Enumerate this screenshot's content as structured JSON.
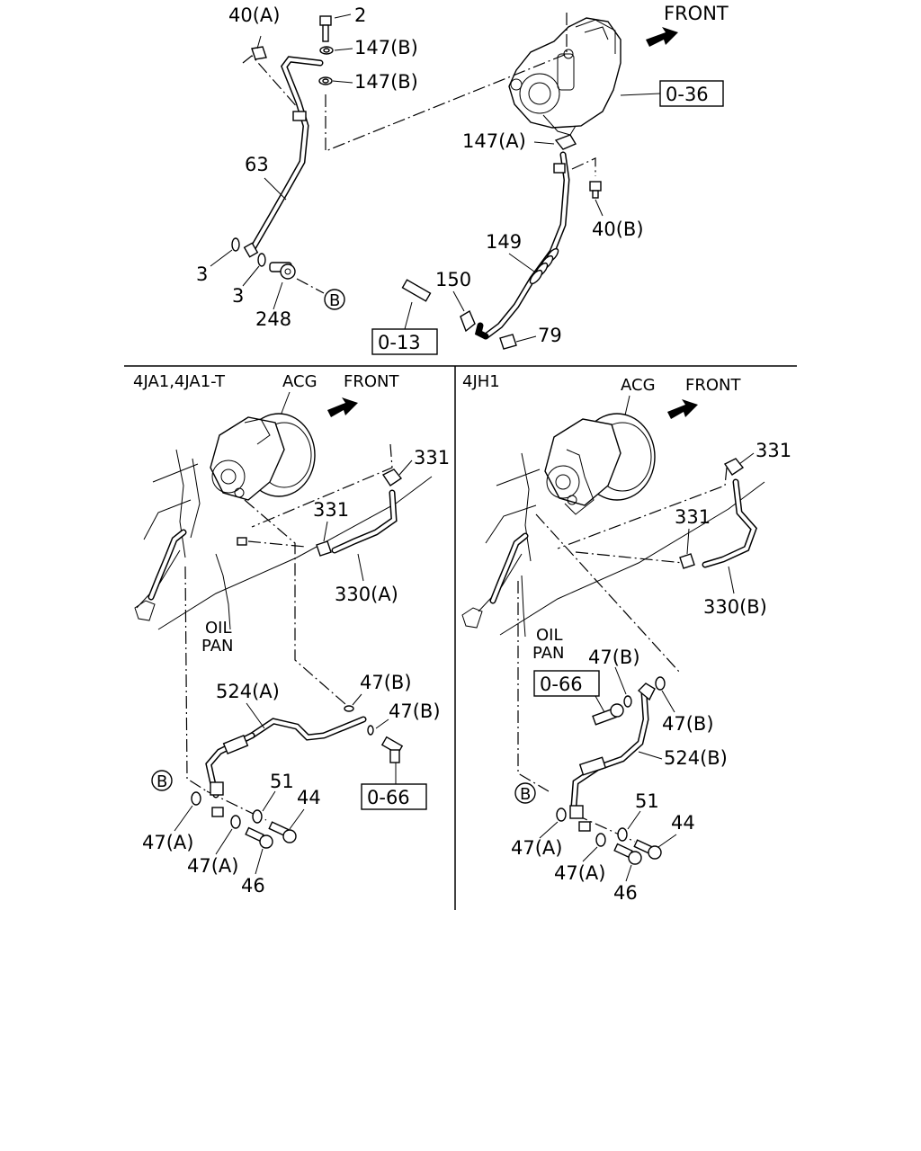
{
  "top": {
    "front": "FRONT",
    "labels": {
      "p40a": "40(A)",
      "p2": "2",
      "p147b_1": "147(B)",
      "p147b_2": "147(B)",
      "p147a": "147(A)",
      "p63": "63",
      "p3_1": "3",
      "p3_2": "3",
      "p248": "248",
      "p40b": "40(B)",
      "p149": "149",
      "p150": "150",
      "p79": "79",
      "circle_b": "B"
    },
    "refs": {
      "r036": "0-36",
      "r013": "0-13"
    }
  },
  "left": {
    "section": "4JA1,4JA1-T",
    "acg": "ACG",
    "front": "FRONT",
    "oil": "OIL",
    "pan": "PAN",
    "labels": {
      "p331_1": "331",
      "p331_2": "331",
      "p330a": "330(A)",
      "p47b_1": "47(B)",
      "p47b_2": "47(B)",
      "p524a": "524(A)",
      "p51": "51",
      "p44": "44",
      "p47a_1": "47(A)",
      "p47a_2": "47(A)",
      "p46": "46",
      "circle_b": "B"
    },
    "refs": {
      "r066": "0-66"
    }
  },
  "right": {
    "section": "4JH1",
    "acg": "ACG",
    "front": "FRONT",
    "oil": "OIL",
    "pan": "PAN",
    "labels": {
      "p331_1": "331",
      "p331_2": "331",
      "p330b": "330(B)",
      "p47b_1": "47(B)",
      "p47b_2": "47(B)",
      "p524b": "524(B)",
      "p51": "51",
      "p44": "44",
      "p47a_1": "47(A)",
      "p47a_2": "47(A)",
      "p46": "46",
      "circle_b": "B"
    },
    "refs": {
      "r066": "0-66"
    }
  }
}
